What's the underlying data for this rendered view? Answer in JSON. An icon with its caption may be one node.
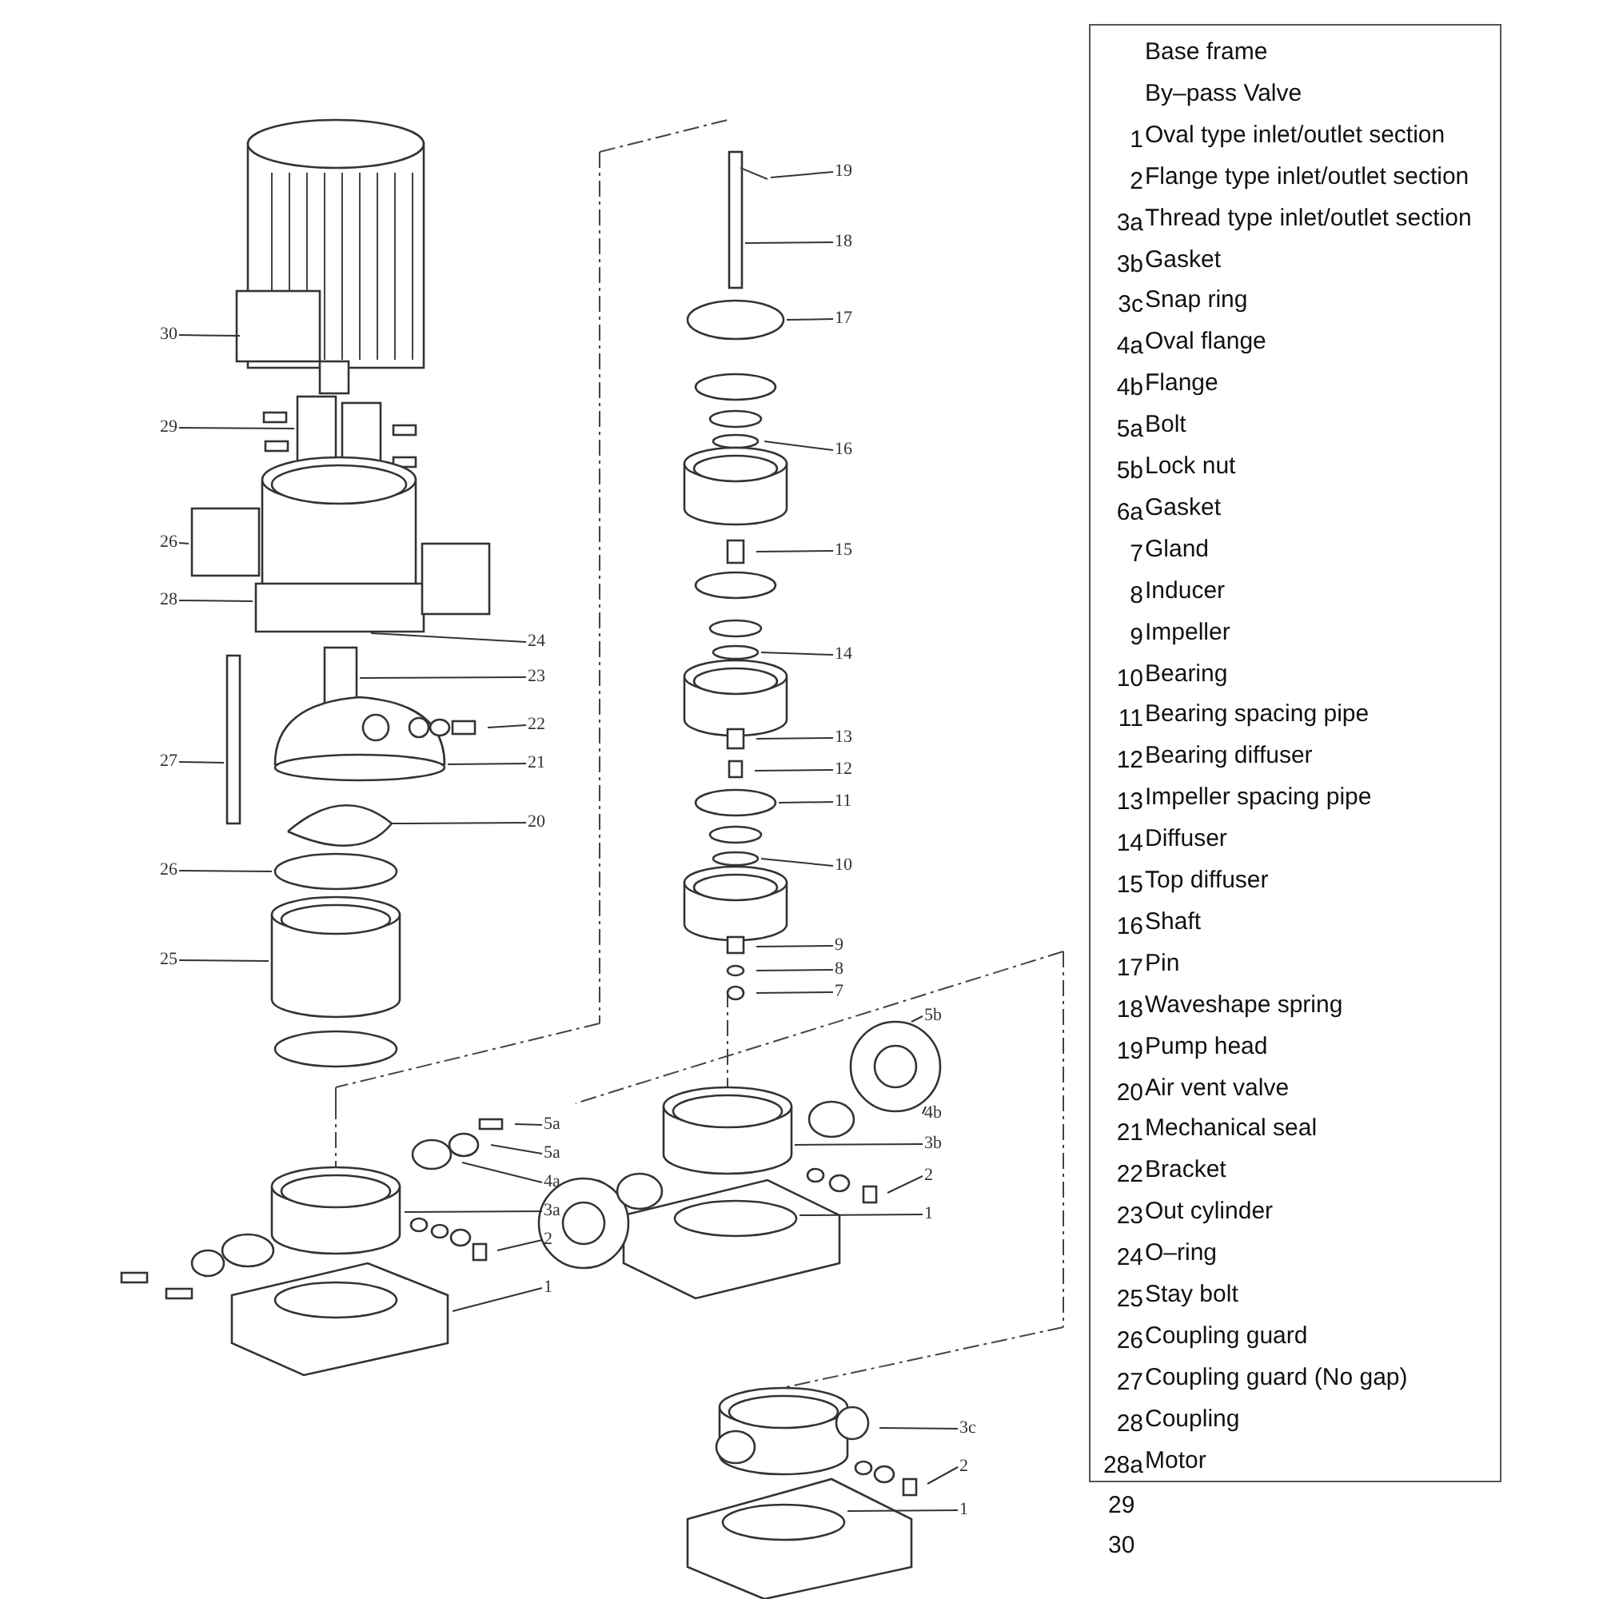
{
  "diagram": {
    "nodes": [
      {
        "text": [
          "30"
        ]
      },
      {
        "text": [
          "29"
        ]
      },
      {
        "text": [
          "26"
        ]
      },
      {
        "text": [
          "28"
        ]
      },
      {
        "text": [
          "24"
        ]
      },
      {
        "text": [
          "23"
        ]
      },
      {
        "text": [
          "22"
        ]
      },
      {
        "text": [
          "21"
        ]
      },
      {
        "text": [
          "20"
        ]
      },
      {
        "text": [
          "27"
        ]
      },
      {
        "text": [
          "26"
        ]
      },
      {
        "text": [
          "25"
        ]
      },
      {
        "text": [
          "19"
        ]
      },
      {
        "text": [
          "18"
        ]
      },
      {
        "text": [
          "17"
        ]
      },
      {
        "text": [
          "16"
        ]
      },
      {
        "text": [
          "15"
        ]
      },
      {
        "text": [
          "14"
        ]
      },
      {
        "text": [
          "13"
        ]
      },
      {
        "text": [
          "12"
        ]
      },
      {
        "text": [
          "11"
        ]
      },
      {
        "text": [
          "10"
        ]
      },
      {
        "text": [
          "9"
        ]
      },
      {
        "text": [
          "8"
        ]
      },
      {
        "text": [
          "7"
        ]
      },
      {
        "text": [
          "5a"
        ]
      },
      {
        "text": [
          "5a"
        ]
      },
      {
        "text": [
          "4a"
        ]
      },
      {
        "text": [
          "3a"
        ]
      },
      {
        "text": [
          "2"
        ]
      },
      {
        "text": [
          "1"
        ]
      },
      {
        "text": [
          "5b"
        ]
      },
      {
        "text": [
          "4b"
        ]
      },
      {
        "text": [
          "3b"
        ]
      },
      {
        "text": [
          "2"
        ]
      },
      {
        "text": [
          "1"
        ]
      },
      {
        "text": [
          "3c"
        ]
      },
      {
        "text": [
          "2"
        ]
      },
      {
        "text": [
          "1"
        ]
      }
    ],
    "edges": [
      {
        "from": 0,
        "to": null,
        "arrow": "none"
      },
      {
        "from": 1,
        "to": null,
        "arrow": "none"
      },
      {
        "from": 2,
        "to": null,
        "arrow": "none"
      },
      {
        "from": 3,
        "to": null,
        "arrow": "none"
      },
      {
        "from": 4,
        "to": null,
        "arrow": "none"
      },
      {
        "from": 5,
        "to": null,
        "arrow": "none"
      },
      {
        "from": 6,
        "to": null,
        "arrow": "none"
      },
      {
        "from": 7,
        "to": null,
        "arrow": "none"
      },
      {
        "from": 8,
        "to": null,
        "arrow": "none"
      },
      {
        "from": 9,
        "to": null,
        "arrow": "none"
      },
      {
        "from": 10,
        "to": null,
        "arrow": "none"
      },
      {
        "from": 11,
        "to": null,
        "arrow": "none"
      },
      {
        "from": 12,
        "to": null,
        "arrow": "none"
      },
      {
        "from": 13,
        "to": null,
        "arrow": "none"
      },
      {
        "from": 14,
        "to": null,
        "arrow": "none"
      },
      {
        "from": 15,
        "to": null,
        "arrow": "none"
      },
      {
        "from": 16,
        "to": null,
        "arrow": "none"
      },
      {
        "from": 17,
        "to": null,
        "arrow": "none"
      },
      {
        "from": 18,
        "to": null,
        "arrow": "none"
      },
      {
        "from": 19,
        "to": null,
        "arrow": "none"
      },
      {
        "from": 20,
        "to": null,
        "arrow": "none"
      },
      {
        "from": 21,
        "to": null,
        "arrow": "none"
      },
      {
        "from": 22,
        "to": null,
        "arrow": "none"
      },
      {
        "from": 23,
        "to": null,
        "arrow": "none"
      },
      {
        "from": 24,
        "to": null,
        "arrow": "none"
      },
      {
        "from": 25,
        "to": null,
        "arrow": "none"
      },
      {
        "from": 26,
        "to": null,
        "arrow": "none"
      },
      {
        "from": 27,
        "to": null,
        "arrow": "none"
      },
      {
        "from": 28,
        "to": null,
        "arrow": "none"
      },
      {
        "from": 29,
        "to": null,
        "arrow": "none"
      },
      {
        "from": 30,
        "to": null,
        "arrow": "none"
      },
      {
        "from": 31,
        "to": null,
        "arrow": "none"
      },
      {
        "from": 32,
        "to": null,
        "arrow": "none"
      },
      {
        "from": 33,
        "to": null,
        "arrow": "none"
      },
      {
        "from": 34,
        "to": null,
        "arrow": "none"
      },
      {
        "from": 35,
        "to": null,
        "arrow": "none"
      },
      {
        "from": 36,
        "to": null,
        "arrow": "none"
      },
      {
        "from": 37,
        "to": null,
        "arrow": "none"
      },
      {
        "from": 38,
        "to": null,
        "arrow": "none"
      }
    ],
    "labels": [
      "Base frame",
      "By–pass Valve",
      "1",
      "Oval type inlet/outlet section",
      "2",
      "Flange type inlet/outlet section",
      "3a",
      "Thread type inlet/outlet section",
      "3b",
      "Gasket",
      "3c",
      "Snap ring",
      "4a",
      "Oval flange",
      "4b",
      "Flange",
      "5a",
      "Bolt",
      "5b",
      "Lock nut",
      "6a",
      "Gasket",
      "7",
      "Gland",
      "8",
      "Inducer",
      "9",
      "Impeller",
      "10",
      "Bearing",
      "11",
      "Bearing spacing pipe",
      "12",
      "Bearing diffuser",
      "13",
      "Impeller spacing pipe",
      "14",
      "Diffuser",
      "15",
      "Top diffuser",
      "16",
      "Shaft",
      "17",
      "Pin",
      "18",
      "Waveshape spring",
      "19",
      "Pump head",
      "20",
      "Air vent valve",
      "21",
      "Mechanical seal",
      "22",
      "Bracket",
      "23",
      "Out cylinder",
      "24",
      "O–ring",
      "25",
      "Stay bolt",
      "26",
      "Coupling guard",
      "27",
      "Coupling guard (No gap)",
      "28",
      "Coupling",
      "28a",
      "Motor",
      "29",
      "30"
    ]
  }
}
